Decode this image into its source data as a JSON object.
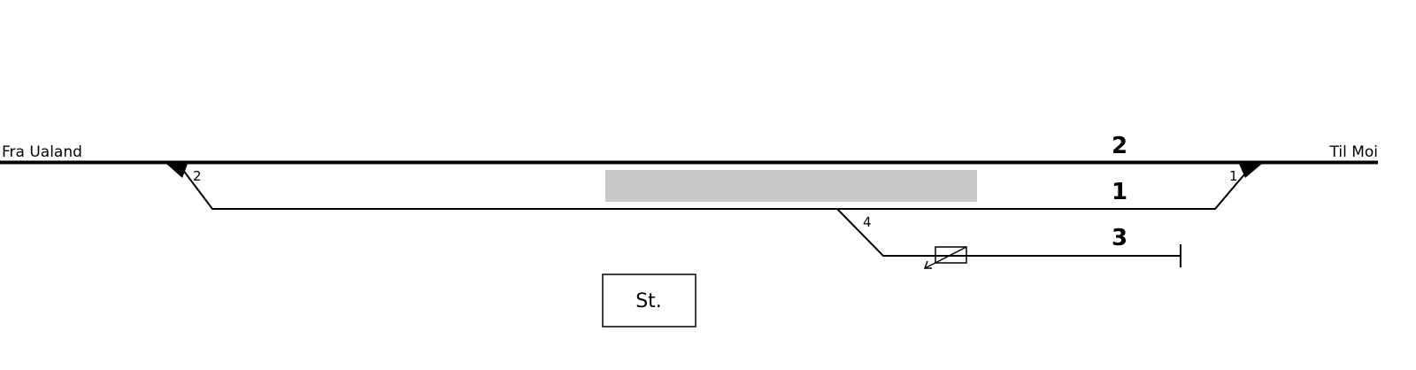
{
  "labels": {
    "from": "Fra Ualand",
    "to": "Til Moi",
    "station": "St."
  },
  "tracks": [
    {
      "number": "2"
    },
    {
      "number": "1"
    },
    {
      "number": "3"
    }
  ],
  "switches": [
    {
      "number": "2"
    },
    {
      "number": "1"
    },
    {
      "number": "4"
    }
  ],
  "colors": {
    "line": "#000000",
    "platform": "#c8c8c8",
    "background": "#ffffff"
  }
}
